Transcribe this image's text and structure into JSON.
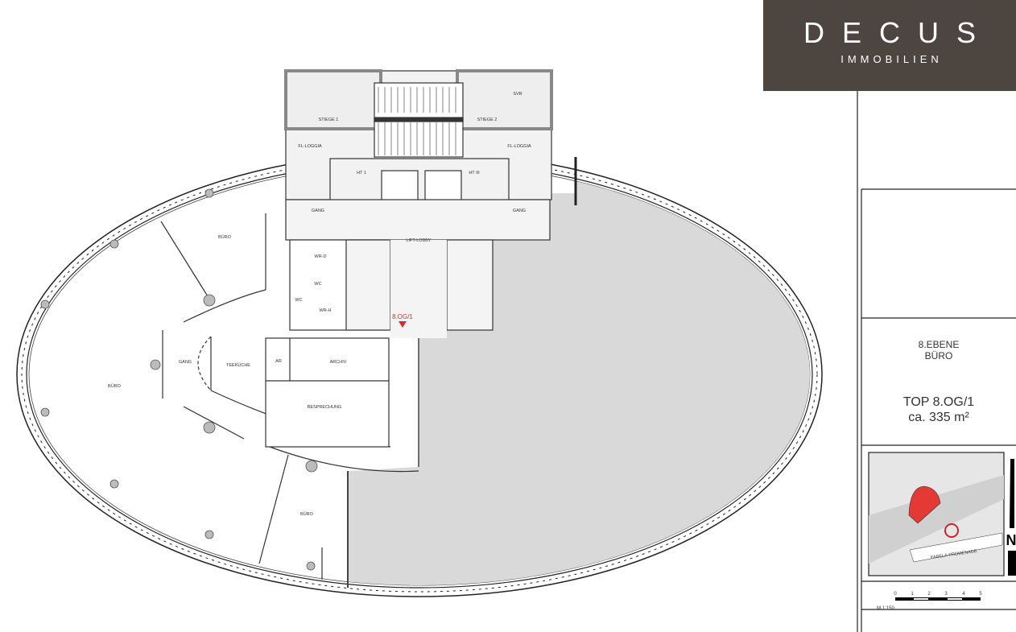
{
  "logo": {
    "brand": "DECUS",
    "sub": "IMMOBILIEN"
  },
  "rooms": {
    "stiege1": "STIEGE 1",
    "stiege2": "STIEGE 2",
    "svr": "SVR",
    "loggia_left": "FL-LOGGIA",
    "loggia_right": "FL-LOGGIA",
    "ht1": "HT 1",
    "ht3": "HT III",
    "gang_left": "GANG",
    "gang_right": "GANG",
    "lift_lobby": "LIFT-LOBBY",
    "wr_d": "WR-D",
    "wc1": "WC",
    "wc2": "WC",
    "wr_h": "WR-H",
    "buero_top": "BÜRO",
    "buero_left": "BÜRO",
    "buero_bottom": "BÜRO",
    "gang_wing": "GANG",
    "teekueche": "TEEKÜCHE",
    "ar": "AR",
    "archiv": "ARCHIV",
    "besprechung": "BESPRECHUNG"
  },
  "unit_marker": "8.OG/1",
  "colors": {
    "highlight": "#d9d9d9",
    "marker": "#d32f2f",
    "logo_bg": "#4d4540"
  },
  "info": {
    "level": "8.EBENE",
    "use": "BÜRO",
    "top": "TOP 8.OG/1",
    "area": "ca. 335 m²"
  },
  "site_map": {
    "street": "FABELA-PROMENADE",
    "north": "N"
  },
  "scale_bar": {
    "ticks": [
      "0",
      "1",
      "2",
      "3",
      "4",
      "5"
    ],
    "label": "M 1:150"
  }
}
